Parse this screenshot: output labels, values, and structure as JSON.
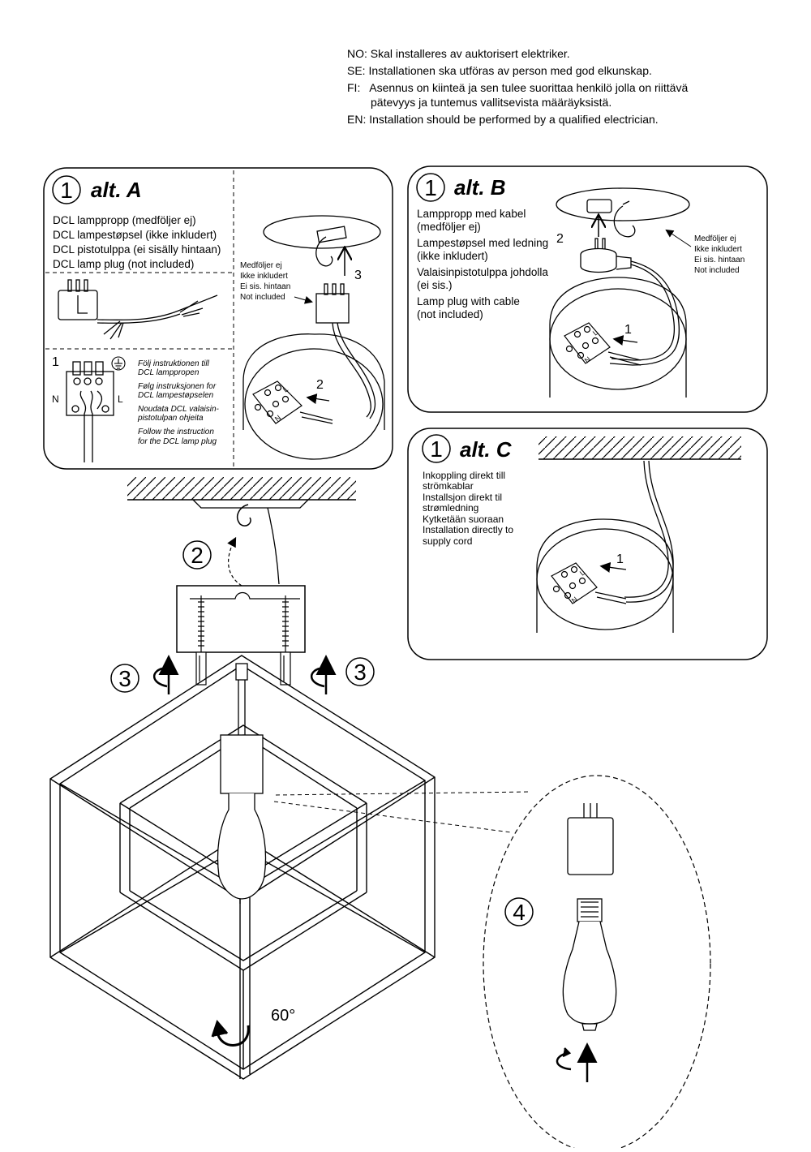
{
  "notice": {
    "no": "NO: Skal installeres av auktorisert elektriker.",
    "se": "SE: Installationen ska utföras av person med god elkunskap.",
    "fi_line1": "FI:   Asennus on kiinteä ja sen tulee suorittaa henkilö jolla on riittävä",
    "fi_line2": "pätevyys ja tuntemus vallitsevista määräyksistä.",
    "en": "EN: Installation should be performed by a qualified electrician."
  },
  "alt_a": {
    "step": "1",
    "title": "alt. A",
    "plug_lines": [
      "DCL lamppropp (medföljer ej)",
      "DCL lampestøpsel (ikke inkludert)",
      "DCL pistotulppa (ei sisälly hintaan)",
      "DCL lamp plug (not included)"
    ],
    "not_included": [
      "Medföljer ej",
      "Ikke inkludert",
      "Ei sis. hintaan",
      "Not included"
    ],
    "sub_step_1": "1",
    "label_n": "N",
    "label_l": "L",
    "instructions": [
      "Följ instruktionen till",
      "DCL lamppropen",
      "Følg instruksjonen for",
      "DCL lampestøpselen",
      "Noudata DCL valaisin-",
      "pistotulpan ohjeita",
      "Follow the instruction",
      "for the DCL lamp plug"
    ],
    "arrow_3": "3",
    "arrow_2": "2",
    "terminal_l": "L",
    "terminal_n": "N"
  },
  "alt_b": {
    "step": "1",
    "title": "alt. B",
    "plug_groups": [
      [
        "Lamppropp med kabel",
        "(medföljer ej)"
      ],
      [
        "Lampestøpsel med ledning",
        "(ikke inkludert)"
      ],
      [
        "Valaisinpistotulppa johdolla",
        "(ei sis.)"
      ],
      [
        "Lamp plug with cable",
        "(not included)"
      ]
    ],
    "arrow_2": "2",
    "arrow_1": "1",
    "not_included": [
      "Medföljer ej",
      "Ikke inkludert",
      "Ei sis. hintaan",
      "Not included"
    ],
    "terminal_l": "L",
    "terminal_n": "N"
  },
  "alt_c": {
    "step": "1",
    "title": "alt. C",
    "lines": [
      "Inkoppling direkt till",
      "strömkablar",
      "Installsjon direkt til",
      "strømledning",
      "Kytketään suoraan",
      "Installation directly to",
      "supply cord"
    ],
    "arrow_1": "1",
    "terminal_l": "L",
    "terminal_n": "N"
  },
  "assembly": {
    "step_2": "2",
    "step_3_left": "3",
    "step_3_right": "3",
    "step_4": "4",
    "rotation": "60°"
  }
}
